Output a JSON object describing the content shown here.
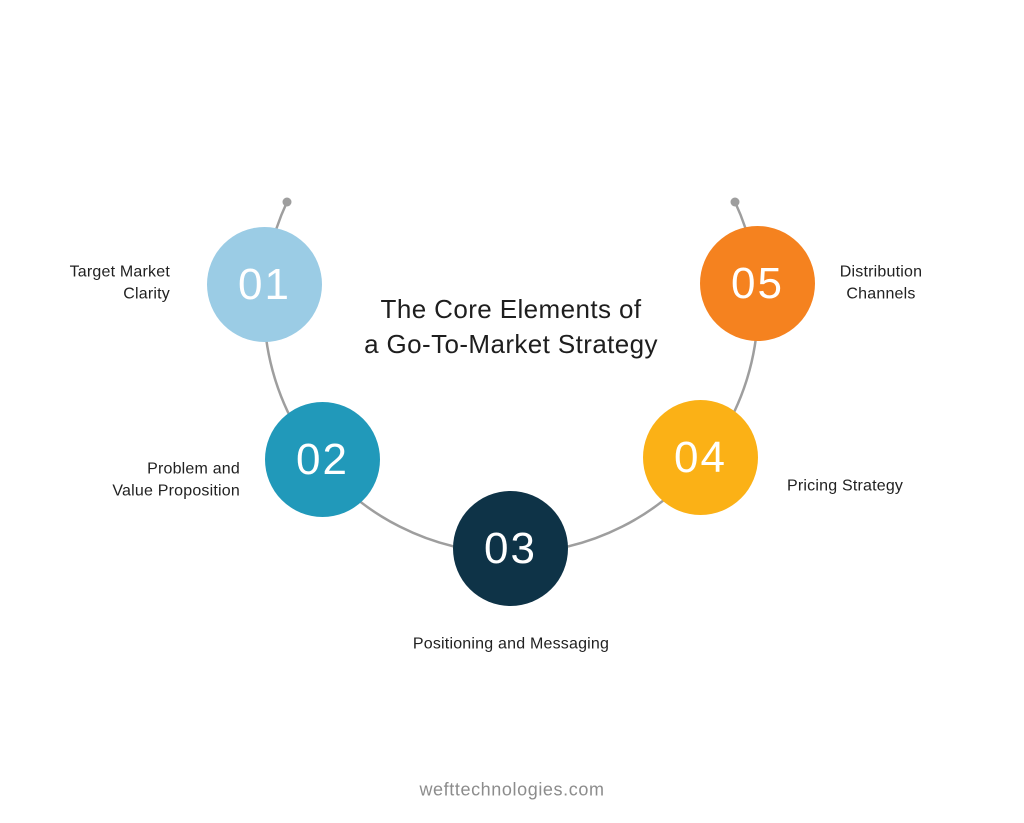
{
  "title": {
    "lines": [
      "The Core Elements of",
      "a Go-To-Market Strategy"
    ]
  },
  "footer": {
    "website": "wefttechnologies.com"
  },
  "colors": {
    "background": "#ffffff",
    "connector": "#9e9e9e",
    "title_text": "#1e1e1e",
    "label_text": "#212121",
    "number_text": "#ffffff",
    "footer_text": "#8c8c8c"
  },
  "steps": [
    {
      "number": "01",
      "label": "Target Market\nClarity",
      "color": "#9bcce5"
    },
    {
      "number": "02",
      "label": "Problem and\nValue Proposition",
      "color": "#2199ba"
    },
    {
      "number": "03",
      "label": "Positioning and Messaging",
      "color": "#0e3347"
    },
    {
      "number": "04",
      "label": "Pricing Strategy",
      "color": "#fbb116"
    },
    {
      "number": "05",
      "label": "Distribution\nChannels",
      "color": "#f5821f"
    }
  ]
}
